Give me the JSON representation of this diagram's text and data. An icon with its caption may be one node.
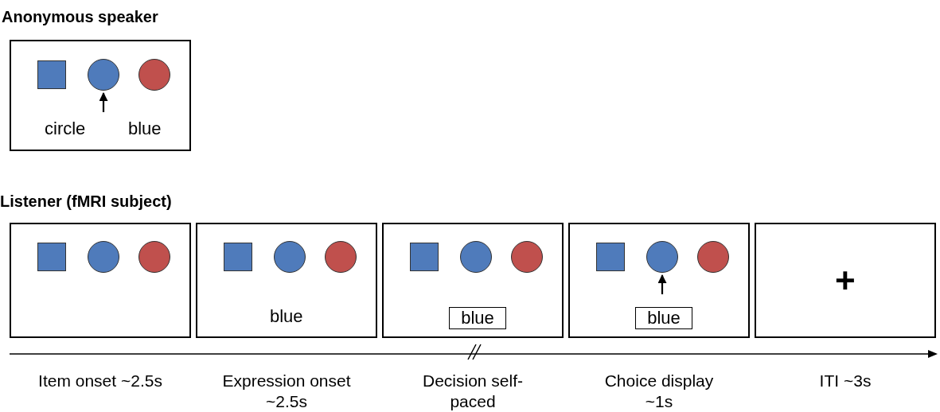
{
  "diagram": {
    "nodes": [
      {
        "text": [
          "Anonymous speaker",
          "circle",
          "blue"
        ]
      },
      {
        "text": [],
        "shape": "box",
        "in": 0
      },
      {
        "text": [],
        "shape": "circle",
        "in": 0
      },
      {
        "text": [],
        "shape": "circle",
        "in": 0
      },
      {
        "text": [],
        "shape": "box",
        "beside": [
          "Item onset ~2.5s"
        ]
      },
      {
        "text": [],
        "shape": "box",
        "in": 4
      },
      {
        "text": [],
        "shape": "circle",
        "in": 4
      },
      {
        "text": [],
        "shape": "circle",
        "in": 4
      },
      {
        "text": [
          "blue"
        ],
        "beside": [
          "Expression onset ~2.5s"
        ]
      },
      {
        "text": [],
        "shape": "box",
        "in": 8
      },
      {
        "text": [],
        "shape": "circle",
        "in": 8
      },
      {
        "text": [],
        "shape": "circle",
        "in": 8
      },
      {
        "text": [],
        "shape": "box",
        "beside": [
          "Decision self-paced"
        ]
      },
      {
        "text": [],
        "shape": "box",
        "in": 12
      },
      {
        "text": [],
        "shape": "circle",
        "in": 12
      },
      {
        "text": [],
        "shape": "circle",
        "in": 12
      },
      {
        "text": [
          "blue"
        ],
        "in": 12
      },
      {
        "text": [],
        "shape": "box",
        "beside": [
          "Choice display ~1s"
        ]
      },
      {
        "text": [],
        "shape": "box",
        "in": 17
      },
      {
        "text": [],
        "shape": "circle",
        "in": 17
      },
      {
        "text": [],
        "shape": "circle",
        "in": 17
      },
      {
        "text": [
          "blue"
        ],
        "in": 17
      },
      {
        "text": [
          "+"
        ],
        "beside": [
          "ITI ~3s"
        ]
      }
    ],
    "edges": [
      {
        "from": null,
        "to": 2,
        "arrow": "to"
      },
      {
        "from": null,
        "to": 19,
        "arrow": "to"
      }
    ],
    "labels": [
      "Listener (fMRI subject)"
    ]
  }
}
